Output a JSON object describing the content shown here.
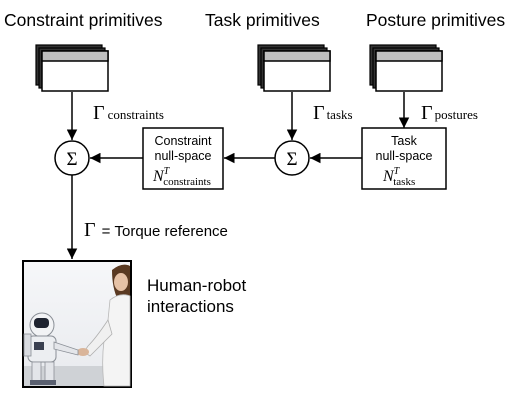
{
  "sources": {
    "constraint": "Constraint primitives",
    "task": "Task primitives",
    "posture": "Posture primitives"
  },
  "gains": {
    "constraints": {
      "symbol": "Γ",
      "subscript": "constraints"
    },
    "tasks": {
      "symbol": "Γ",
      "subscript": "tasks"
    },
    "postures": {
      "symbol": "Γ",
      "subscript": "postures"
    }
  },
  "sum_symbol": "Σ",
  "constraint_nullspace_box": {
    "line1": "Constraint",
    "line2": "null-space",
    "symbol": "N",
    "superscript": "T",
    "subscript": "constraints"
  },
  "task_nullspace_box": {
    "line1": "Task",
    "line2": "null-space",
    "symbol": "N",
    "superscript": "T",
    "subscript": "tasks"
  },
  "torque": {
    "symbol": "Γ",
    "text": "= Torque reference"
  },
  "result": {
    "line1": "Human-robot",
    "line2": "interactions"
  }
}
